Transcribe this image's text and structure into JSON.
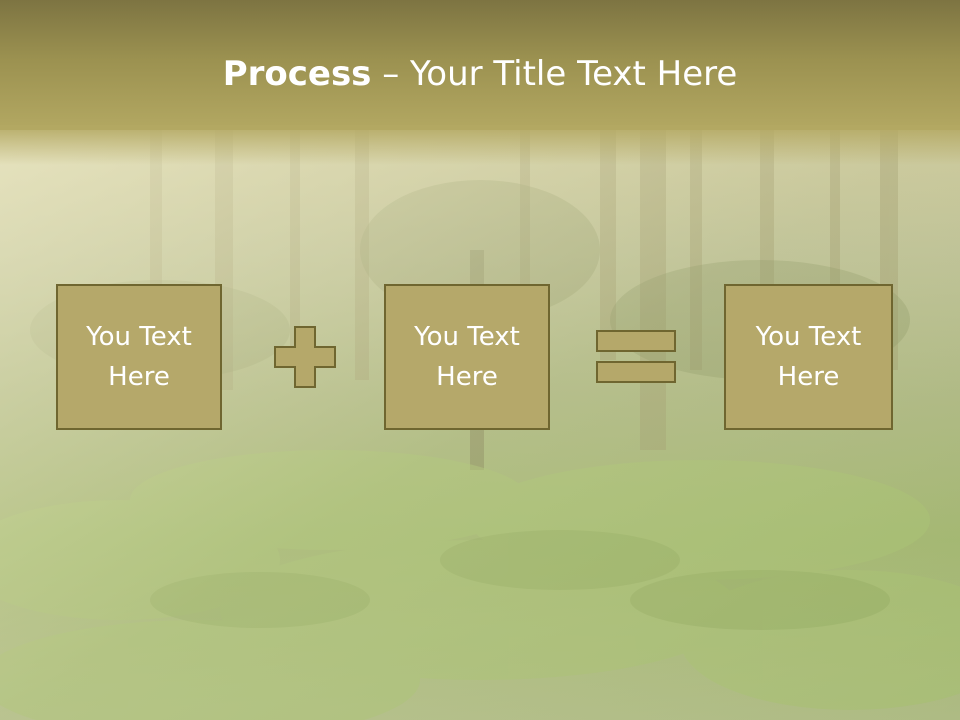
{
  "title": {
    "bold": "Process",
    "rest": " – Your Title Text Here"
  },
  "boxes": [
    {
      "text": "You Text Here"
    },
    {
      "text": "You Text Here"
    },
    {
      "text": "You Text Here"
    }
  ],
  "operators": [
    "plus-icon",
    "equals-icon"
  ],
  "colors": {
    "title_bar": "#9b9150",
    "box_fill": "#b5a86a",
    "box_border": "#6f6630",
    "text": "#ffffff"
  }
}
